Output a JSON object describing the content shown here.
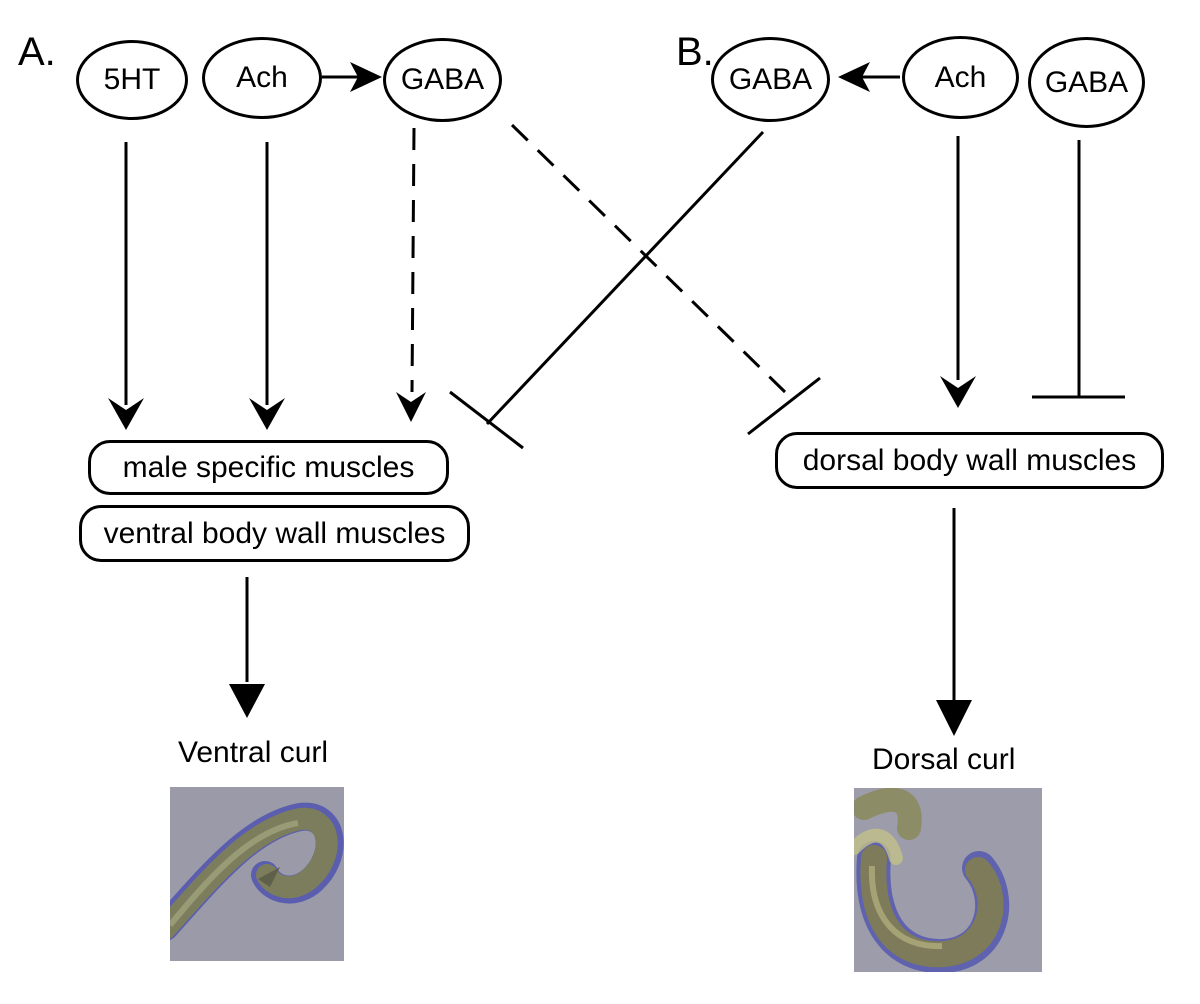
{
  "panels": [
    {
      "label": "A.",
      "nodes": [
        "5HT",
        "Ach",
        "GABA"
      ],
      "targets": [
        "male specific muscles",
        "ventral body wall muscles"
      ],
      "outcome": "Ventral curl"
    },
    {
      "label": "B.",
      "nodes": [
        "GABA",
        "Ach",
        "GABA"
      ],
      "targets": [
        "dorsal body wall muscles"
      ],
      "outcome": "Dorsal curl"
    }
  ],
  "colors": {
    "line": "#000000",
    "photo_background": "#9c9caa",
    "worm_body": "#7c7d5c",
    "worm_edge": "#4b4fb0"
  },
  "photos": [
    "ventral-curl-micrograph",
    "dorsal-curl-micrograph"
  ]
}
